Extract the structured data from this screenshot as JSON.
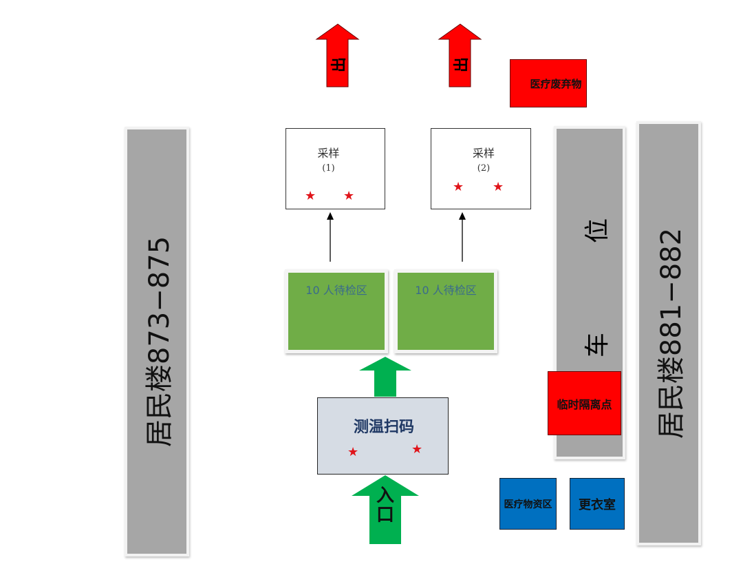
{
  "buildings": {
    "left": "居民楼873−875",
    "right": "居民楼881−882"
  },
  "exits": [
    {
      "label": "出"
    },
    {
      "label": "出"
    }
  ],
  "medical_waste": "医疗废弃物",
  "sampling": [
    {
      "title": "采样",
      "num": "(1)"
    },
    {
      "title": "采样",
      "num": "(2)"
    }
  ],
  "waiting": [
    {
      "label": "10 人待检区"
    },
    {
      "label": "10 人待检区"
    }
  ],
  "scan": "测温扫码",
  "entrance": "入口",
  "parking": {
    "char1": "位",
    "char2": "车"
  },
  "isolation": "临时隔离点",
  "supplies": "医疗物资区",
  "changing": "更衣室",
  "colors": {
    "exit": "#ff0000",
    "entry": "#00b050",
    "waiting": "#70ad47",
    "blue": "#0070c0",
    "gray": "#a6a6a6",
    "star": "#e0141a"
  }
}
